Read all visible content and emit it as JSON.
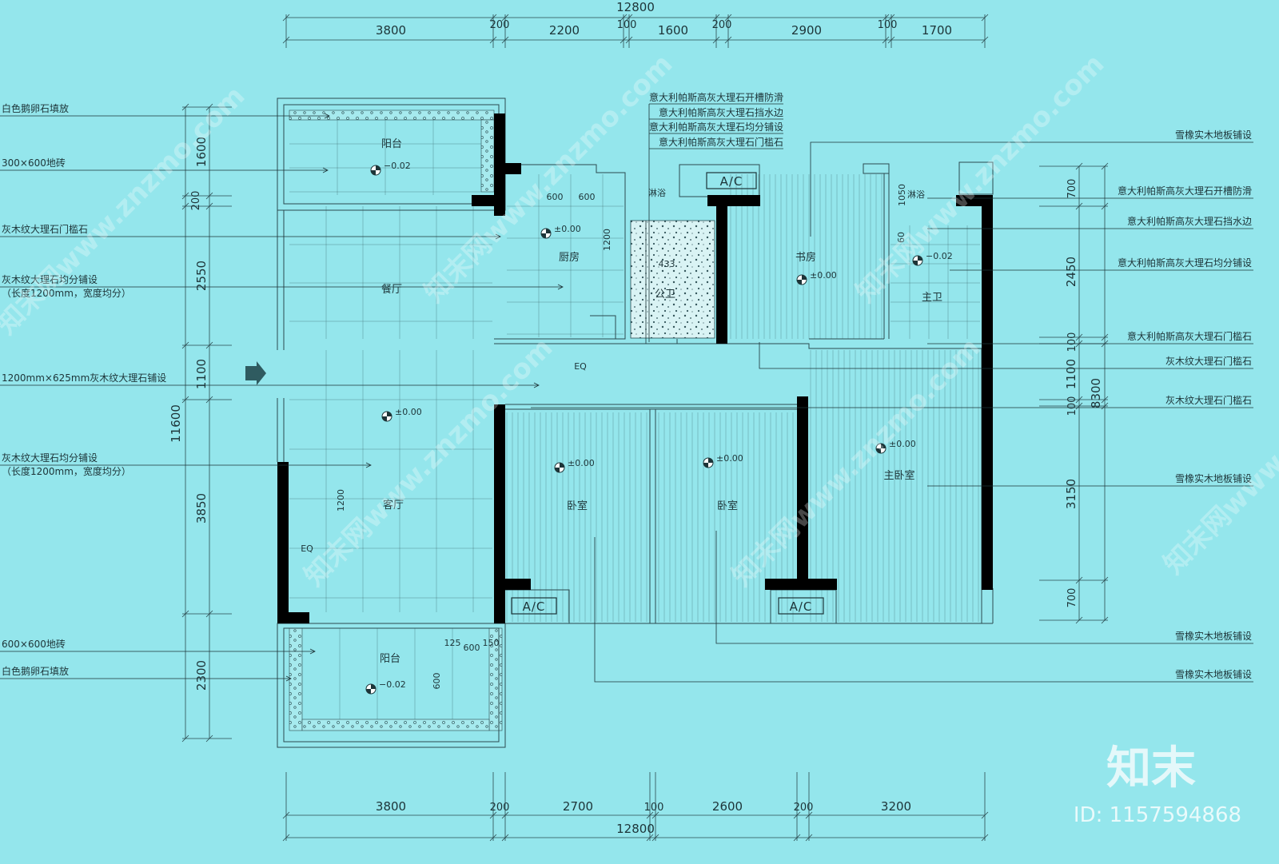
{
  "plan": {
    "dims_top": {
      "total": "12800",
      "segments": [
        "3800",
        "200",
        "2200",
        "100",
        "1600",
        "200",
        "2900",
        "100",
        "1700"
      ]
    },
    "dims_bottom": {
      "total": "12800",
      "segments": [
        "3800",
        "200",
        "2700",
        "100",
        "2600",
        "200",
        "3200"
      ]
    },
    "dims_left": {
      "total": "11600",
      "segments": [
        "1600",
        "200",
        "2550",
        "1100",
        "3850",
        "2300"
      ]
    },
    "dims_right": {
      "total": "8300",
      "segments": [
        "700",
        "2450",
        "100",
        "1100",
        "100",
        "3150",
        "700"
      ]
    },
    "rooms": {
      "balcony_top": "阳台",
      "kitchen": "厨房",
      "dining": "餐厅",
      "public_bath": "公卫",
      "study": "书房",
      "master_bath": "主卫",
      "living": "客厅",
      "bedroom_1": "卧室",
      "bedroom_2": "卧室",
      "master_bedroom": "主卧室",
      "balcony_bottom": "阳台"
    },
    "levels": {
      "balcony_top": "−0.02",
      "kitchen": "±0.00",
      "living": "±0.00",
      "study": "±0.00",
      "master_bath": "−0.02",
      "bedroom_1": "±0.00",
      "bedroom_2": "±0.00",
      "master_bedroom": "±0.00",
      "balcony_bottom": "−0.02"
    },
    "small_labels": {
      "kitchen_600a": "600",
      "kitchen_600b": "600",
      "kitchen_1200": "1200",
      "living_1200": "1200",
      "living_eq": "EQ",
      "corridor_eq": "EQ",
      "shower_a": "淋浴",
      "shower_b": "淋浴",
      "dim_433": "433",
      "dim_1050": "1050",
      "dim_60": "60",
      "balc_125": "125",
      "balc_600": "600",
      "balc_150": "150",
      "balc_600v": "600"
    },
    "ac_label": "A/C"
  },
  "notes_left": [
    "白色鹅卵石填放",
    "300×600地砖",
    "灰木纹大理石门槛石",
    "灰木纹大理石均分铺设",
    "（长度1200mm，宽度均分）",
    "1200mm×625mm灰木纹大理石铺设",
    "灰木纹大理石均分铺设",
    "（长度1200mm，宽度均分）",
    "600×600地砖",
    "白色鹅卵石填放"
  ],
  "notes_top": [
    "意大利帕斯高灰大理石开槽防滑",
    "意大利帕斯高灰大理石挡水边",
    "意大利帕斯高灰大理石均分铺设",
    "意大利帕斯高灰大理石门槛石"
  ],
  "notes_right": [
    "雪橡实木地板铺设",
    "意大利帕斯高灰大理石开槽防滑",
    "意大利帕斯高灰大理石挡水边",
    "意大利帕斯高灰大理石均分铺设",
    "意大利帕斯高灰大理石门槛石",
    "灰木纹大理石门槛石",
    "灰木纹大理石门槛石",
    "雪橡实木地板铺设",
    "雪橡实木地板铺设",
    "雪橡实木地板铺设"
  ],
  "watermark": {
    "text": "知末网www.znzmo.com",
    "brand": "知末",
    "id": "ID: 1157594868"
  },
  "colors": {
    "background": "#94e6ec",
    "line": "#2b4a4f",
    "wall": "#000000"
  }
}
